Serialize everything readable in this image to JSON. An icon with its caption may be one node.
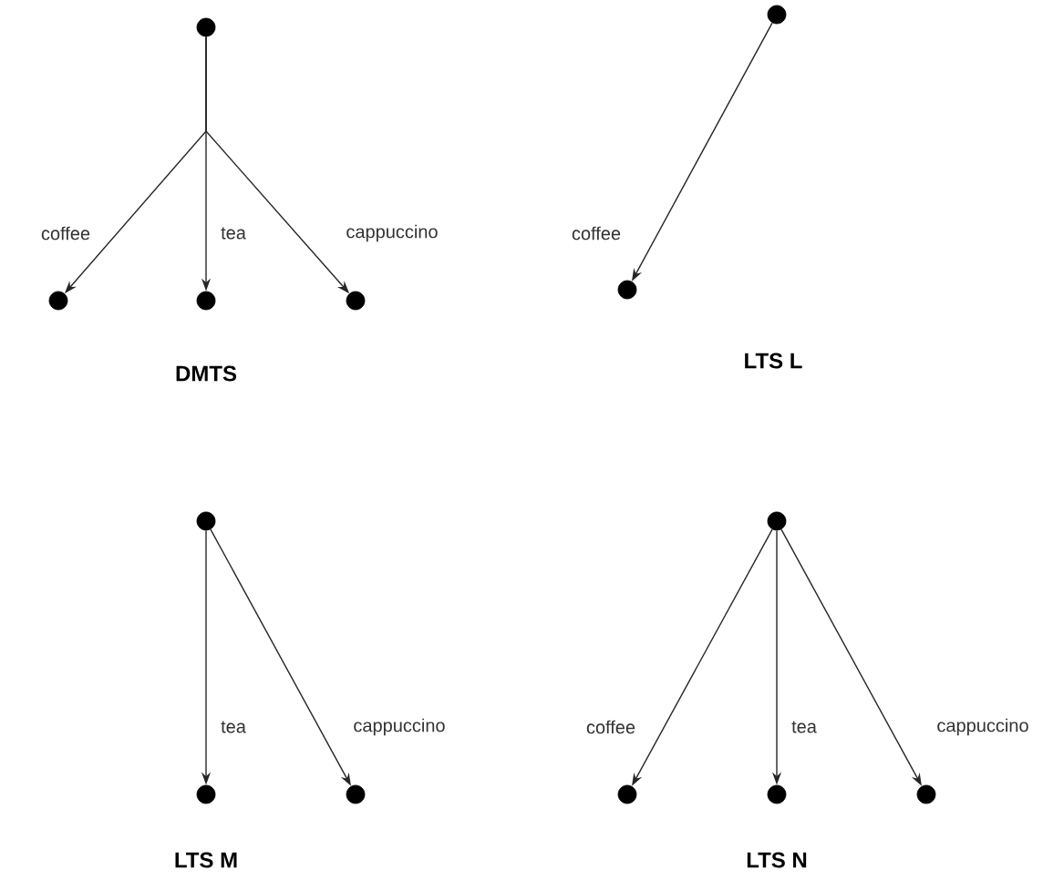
{
  "diagram": {
    "nodes": [
      {
        "text": [],
        "shape": "circle"
      },
      {
        "text": [],
        "shape": "circle"
      },
      {
        "text": [],
        "shape": "circle"
      },
      {
        "text": [],
        "shape": "circle"
      },
      {
        "text": [],
        "shape": "circle"
      },
      {
        "text": [],
        "shape": "circle"
      },
      {
        "text": [],
        "shape": "circle"
      },
      {
        "text": [],
        "shape": "circle"
      },
      {
        "text": [],
        "shape": "circle"
      },
      {
        "text": [],
        "shape": "circle"
      },
      {
        "text": [],
        "shape": "circle"
      },
      {
        "text": [],
        "shape": "circle"
      },
      {
        "text": [],
        "shape": "circle"
      }
    ],
    "edges": [
      {
        "from": 0,
        "to": 1,
        "arrow": "to",
        "label": "coffee"
      },
      {
        "from": 0,
        "to": 2,
        "arrow": "to",
        "label": "tea"
      },
      {
        "from": 0,
        "to": 3,
        "arrow": "to",
        "label": "cappuccino"
      },
      {
        "from": 4,
        "to": 5,
        "arrow": "to",
        "label": "coffee"
      },
      {
        "from": 6,
        "to": 7,
        "arrow": "to",
        "label": "tea"
      },
      {
        "from": 6,
        "to": 8,
        "arrow": "to",
        "label": "cappuccino"
      },
      {
        "from": 9,
        "to": 10,
        "arrow": "to",
        "label": "coffee"
      },
      {
        "from": 9,
        "to": 11,
        "arrow": "to",
        "label": "tea"
      },
      {
        "from": 9,
        "to": 12,
        "arrow": "to",
        "label": "cappuccino"
      }
    ],
    "labels": [
      "DMTS",
      "LTS L",
      "LTS M",
      "LTS N"
    ]
  }
}
